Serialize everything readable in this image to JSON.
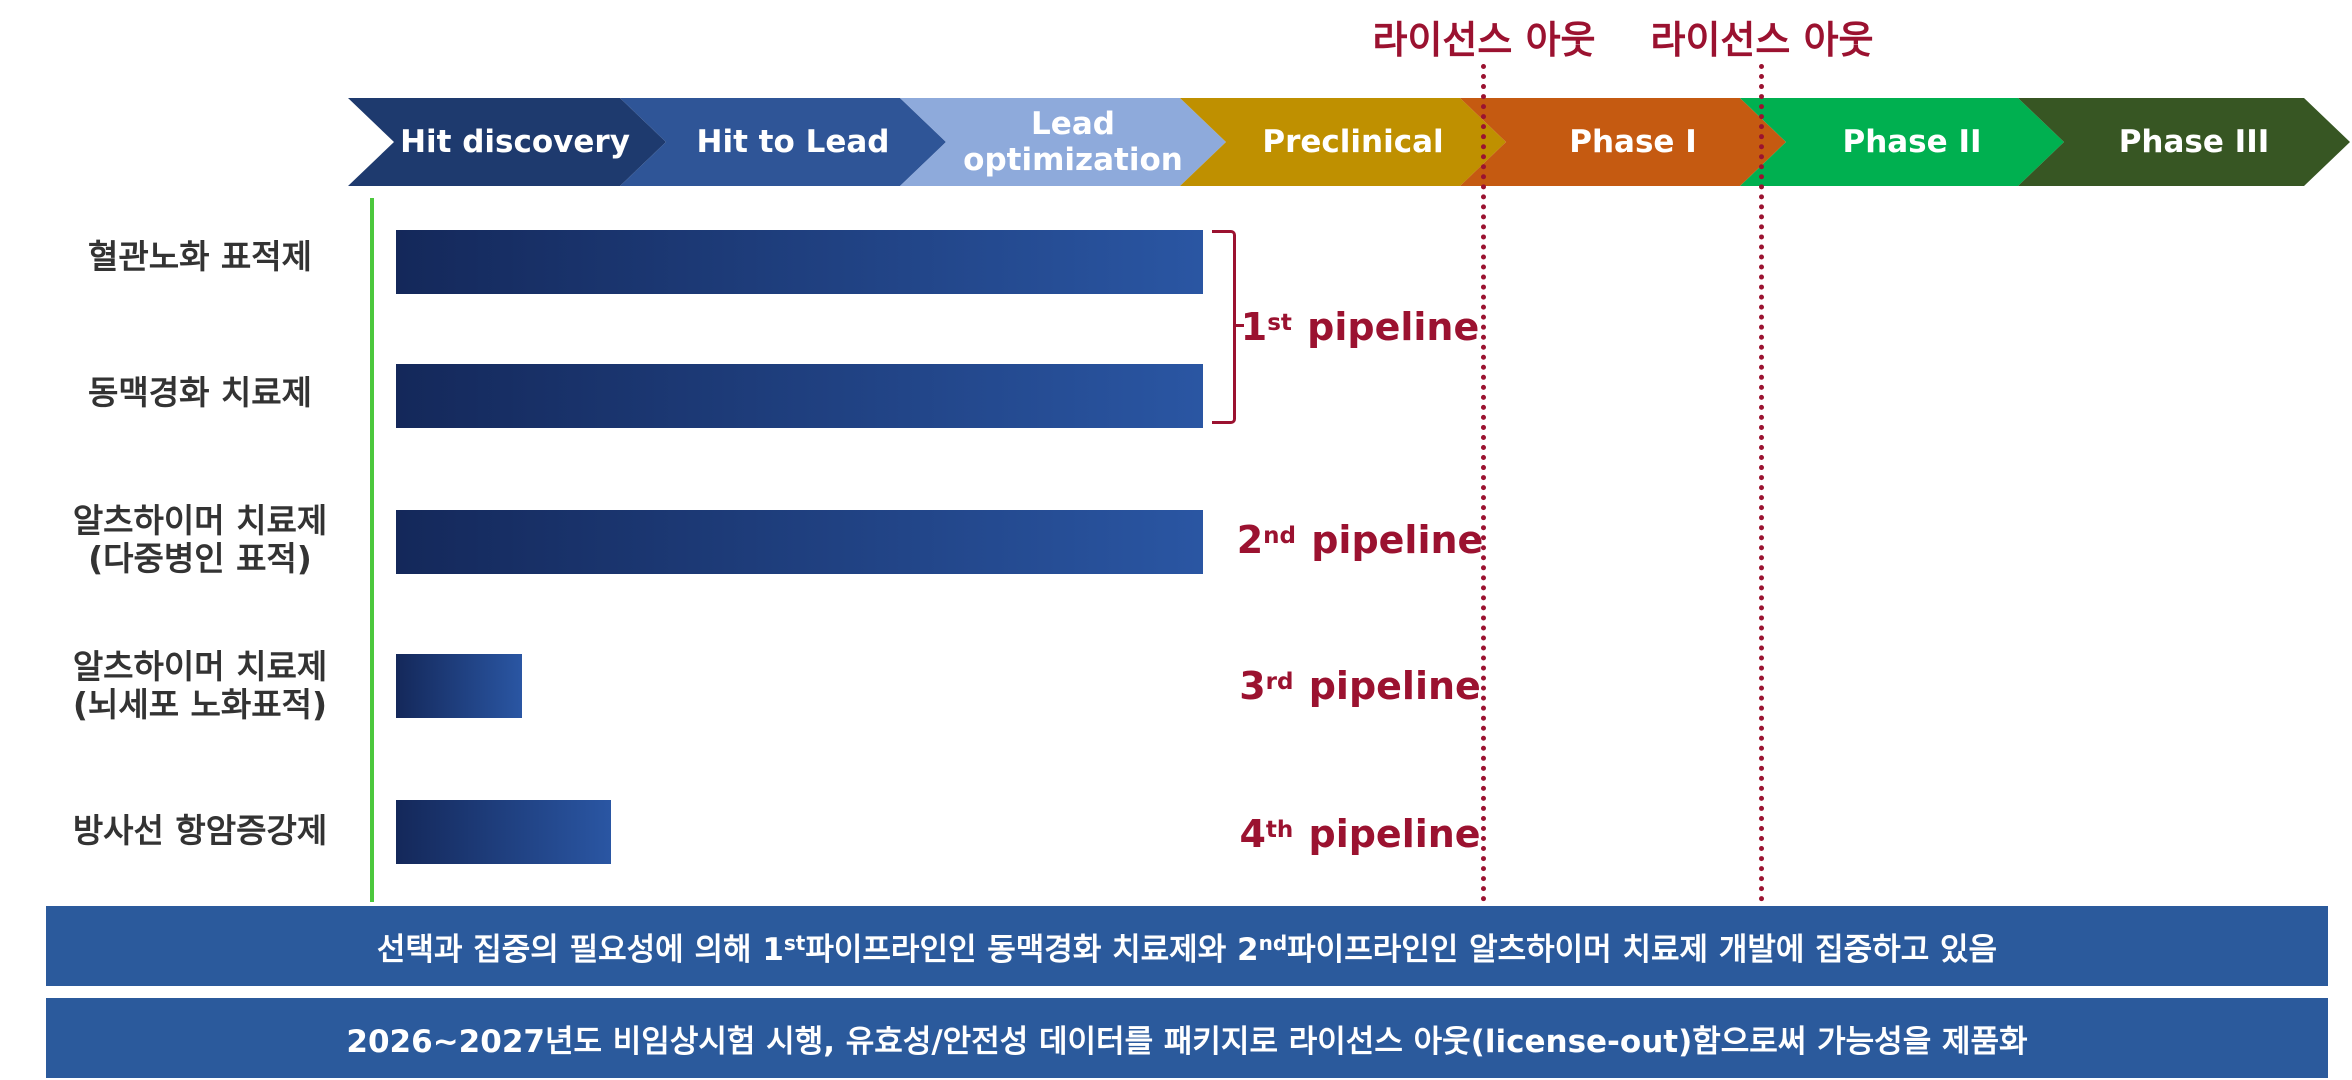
{
  "license_out": {
    "left": "라이선스 아웃",
    "right": "라이선스 아웃"
  },
  "phases": [
    {
      "label": "Hit discovery",
      "color": "#1e3a6e"
    },
    {
      "label": "Hit to Lead",
      "color": "#2f5597"
    },
    {
      "label": "Lead\noptimization",
      "color": "#8eaadb"
    },
    {
      "label": "Preclinical",
      "color": "#bf9000"
    },
    {
      "label": "Phase I",
      "color": "#c55a11"
    },
    {
      "label": "Phase II",
      "color": "#00b050"
    },
    {
      "label": "Phase III",
      "color": "#375623"
    }
  ],
  "rows": [
    {
      "label": "혈관노화 표적제",
      "progress_phase_end": 3.08
    },
    {
      "label": "동맥경화 치료제",
      "progress_phase_end": 3.08
    },
    {
      "label": "알츠하이머 치료제\n(다중병인 표적)",
      "progress_phase_end": 3.08
    },
    {
      "label": "알츠하이머 치료제\n(뇌세포 노화표적)",
      "progress_phase_end": 0.48
    },
    {
      "label": "방사선 항암증강제",
      "progress_phase_end": 0.82
    }
  ],
  "pipelines": [
    {
      "num": "1",
      "suffix": "st",
      "word": "pipeline"
    },
    {
      "num": "2",
      "suffix": "nd",
      "word": "pipeline"
    },
    {
      "num": "3",
      "suffix": "rd",
      "word": "pipeline"
    },
    {
      "num": "4",
      "suffix": "th",
      "word": "pipeline"
    }
  ],
  "banners": {
    "first": {
      "part1": "선택과 집중의 필요성에 의해 1",
      "sup1": "st",
      "part2": " 파이프라인인 동맥경화 치료제와 2",
      "sup2": "nd",
      "part3": " 파이프라인인 알츠하이머 치료제 개발에 집중하고 있음"
    },
    "second": "2026~2027년도 비임상시험 시행, 유효성/안전성 데이터를 패키지로 라이선스 아웃(license-out)함으로써 가능성을 제품화"
  },
  "colors": {
    "accent_red": "#9b1230",
    "bar_start": "#14285a",
    "bar_end": "#2a56a3",
    "banner": "#2b5a9c",
    "axis_green": "#4cc83d"
  }
}
